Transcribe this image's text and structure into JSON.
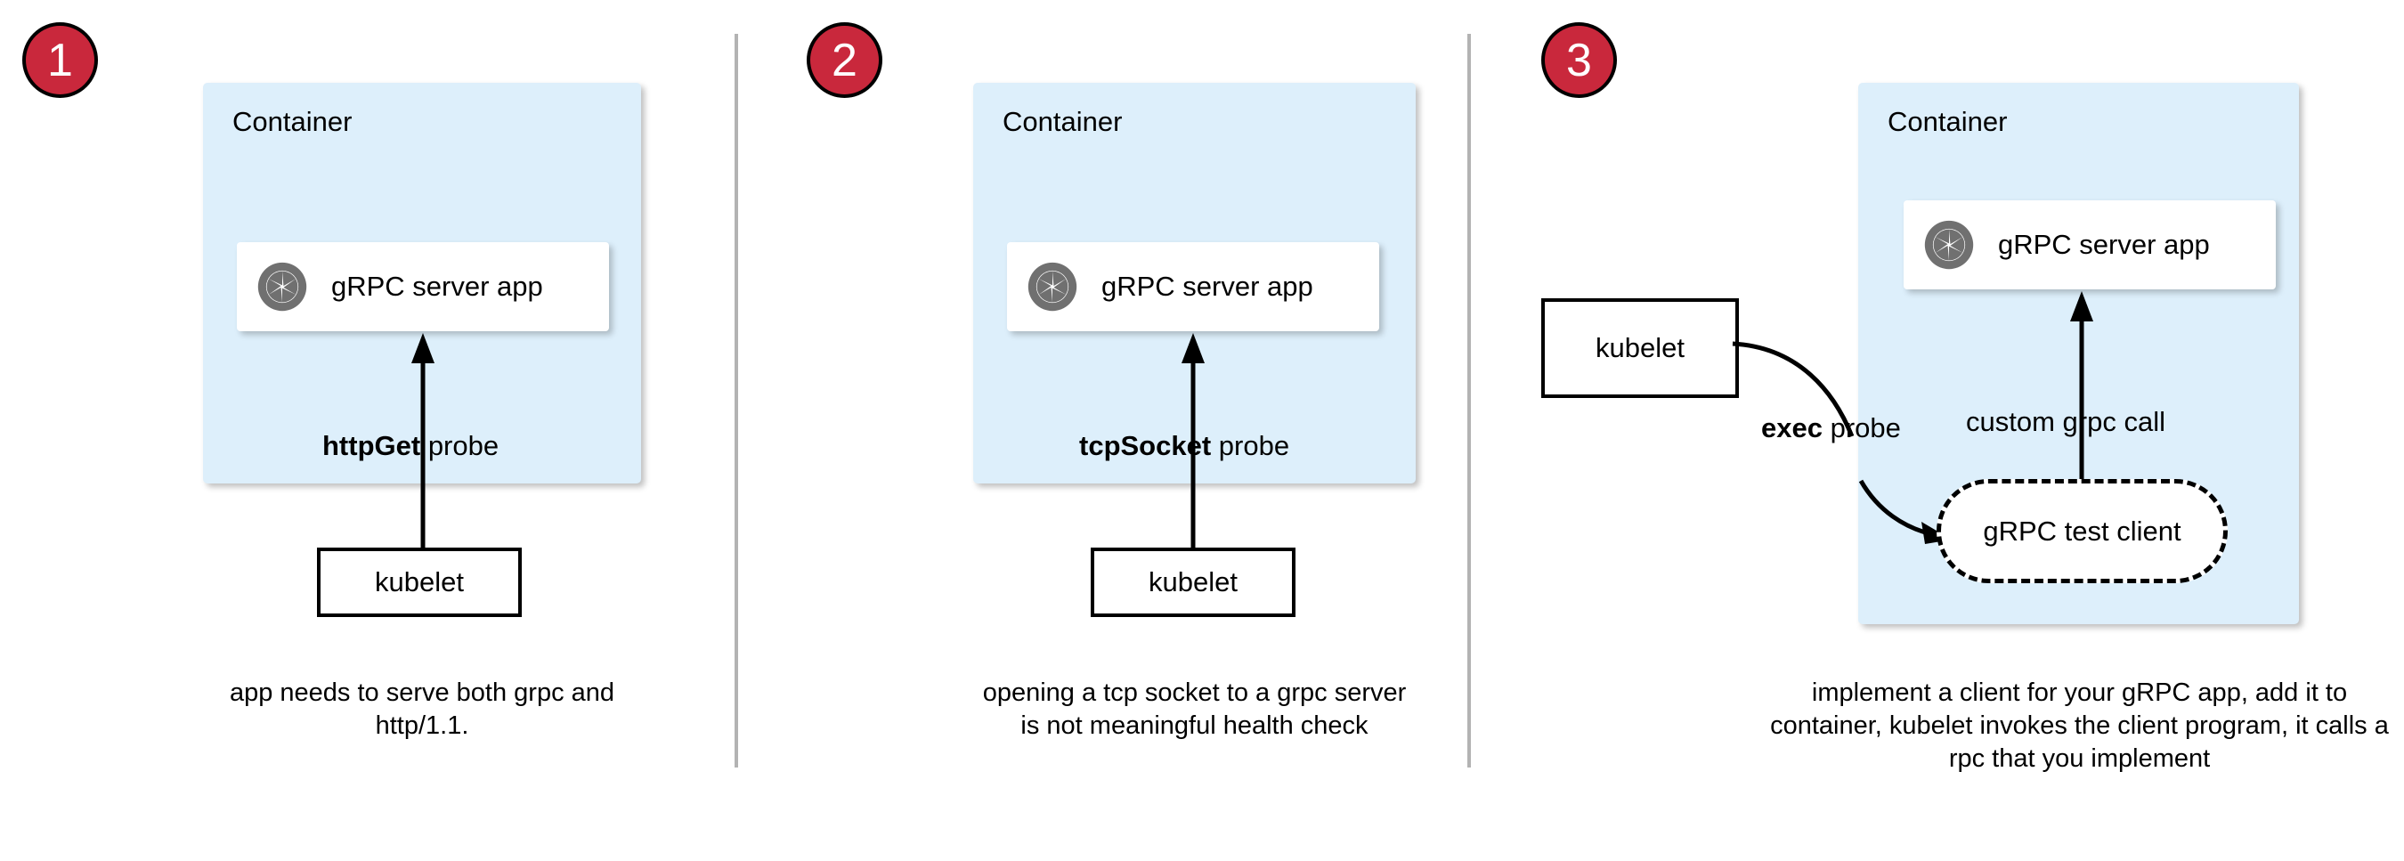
{
  "diagram": {
    "title": "Kubernetes gRPC health probe approaches",
    "colors": {
      "badge_red": "#c9283c",
      "container_blue": "#ddeffb",
      "divider_gray": "#b3b3b3",
      "icon_gray": "#707070",
      "stroke_black": "#000000",
      "box_white": "#ffffff"
    },
    "panels": [
      {
        "number": "1",
        "container_label": "Container",
        "app_label": "gRPC server app",
        "app_icon": "grpc-aperture-icon",
        "probe_bold": "httpGet",
        "probe_rest": " probe",
        "kubelet_label": "kubelet",
        "caption": "app needs to serve both grpc and http/1.1."
      },
      {
        "number": "2",
        "container_label": "Container",
        "app_label": "gRPC server app",
        "app_icon": "grpc-aperture-icon",
        "probe_bold": "tcpSocket",
        "probe_rest": " probe",
        "kubelet_label": "kubelet",
        "caption": "opening a tcp socket to a grpc server is not meaningful health check"
      },
      {
        "number": "3",
        "container_label": "Container",
        "app_label": "gRPC server app",
        "app_icon": "grpc-aperture-icon",
        "probe_bold": "exec",
        "probe_rest": " probe",
        "call_label": "custom grpc call",
        "client_label": "gRPC test client",
        "kubelet_label": "kubelet",
        "caption": "implement a client for your gRPC app, add it to container, kubelet invokes the client program, it calls a rpc that you implement"
      }
    ]
  }
}
